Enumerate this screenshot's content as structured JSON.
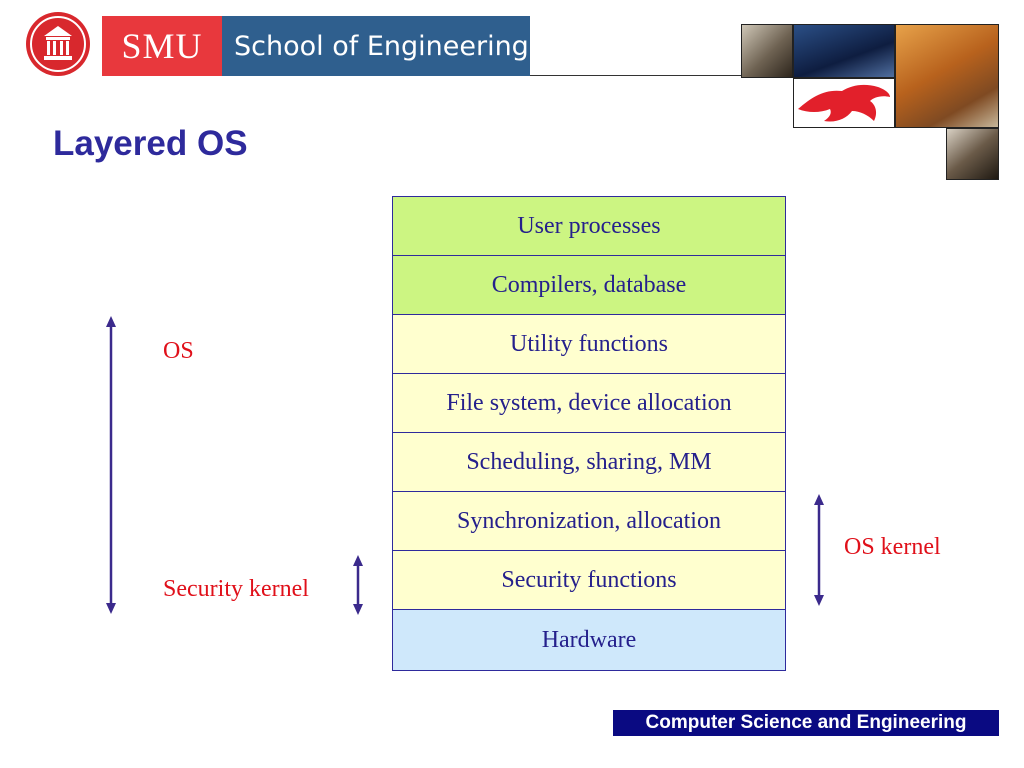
{
  "header": {
    "brand_short": "SMU",
    "brand_school": "School of Engineering"
  },
  "slide": {
    "title": "Layered OS",
    "layers": [
      {
        "label": "User processes",
        "fill": "#ccf582"
      },
      {
        "label": "Compilers, database",
        "fill": "#ccf582"
      },
      {
        "label": "Utility functions",
        "fill": "#ffffcf"
      },
      {
        "label": "File system, device allocation",
        "fill": "#ffffcf"
      },
      {
        "label": "Scheduling, sharing, MM",
        "fill": "#ffffcf"
      },
      {
        "label": "Synchronization, allocation",
        "fill": "#ffffcf"
      },
      {
        "label": "Security functions",
        "fill": "#ffffcf"
      },
      {
        "label": "Hardware",
        "fill": "#cfe8fb"
      }
    ],
    "labels": {
      "os": "OS",
      "security_kernel": "Security kernel",
      "os_kernel": "OS kernel"
    },
    "footer": "Computer Science and Engineering"
  },
  "colors": {
    "title": "#2e2a9c",
    "label_red": "#e0101a",
    "arrow": "#3b2a8c",
    "footer_bg": "#0a0a82"
  }
}
